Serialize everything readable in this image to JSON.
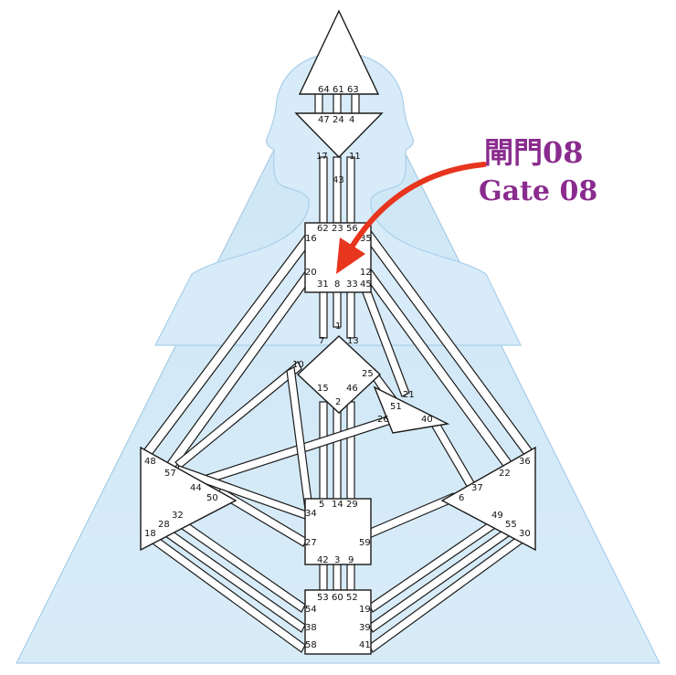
{
  "callout": {
    "label_cn": "閘門08",
    "label_en": "Gate 08",
    "color": "#8a2b8e",
    "arrow_color": "#e8351e"
  },
  "colors": {
    "triangle_fill": "#cfe6f6",
    "body_fill": "#d9ecf9",
    "chart_fill": "#ffffff",
    "chart_stroke": "#1a1a1a"
  },
  "gates": {
    "g64": "64",
    "g61": "61",
    "g63": "63",
    "g47": "47",
    "g24": "24",
    "g4": "4",
    "g17": "17",
    "g11": "11",
    "g43": "43",
    "g62": "62",
    "g23": "23",
    "g56": "56",
    "g16": "16",
    "g35": "35",
    "g20": "20",
    "g12": "12",
    "g31": "31",
    "g8": "8",
    "g33": "33",
    "g45": "45",
    "g1": "1",
    "g7": "7",
    "g13": "13",
    "g10": "10",
    "g25": "25",
    "g15": "15",
    "g46": "46",
    "g2": "2",
    "g21": "21",
    "g51": "51",
    "g26": "26",
    "g40": "40",
    "g48": "48",
    "g57": "57",
    "g44": "44",
    "g50": "50",
    "g32": "32",
    "g28": "28",
    "g18": "18",
    "g36": "36",
    "g22": "22",
    "g37": "37",
    "g6": "6",
    "g49": "49",
    "g55": "55",
    "g30": "30",
    "g34": "34",
    "g5": "5",
    "g14": "14",
    "g29": "29",
    "g27": "27",
    "g59": "59",
    "g42": "42",
    "g3": "3",
    "g9": "9",
    "g53": "53",
    "g60": "60",
    "g52": "52",
    "g54": "54",
    "g19": "19",
    "g38": "38",
    "g39": "39",
    "g58": "58",
    "g41": "41"
  }
}
